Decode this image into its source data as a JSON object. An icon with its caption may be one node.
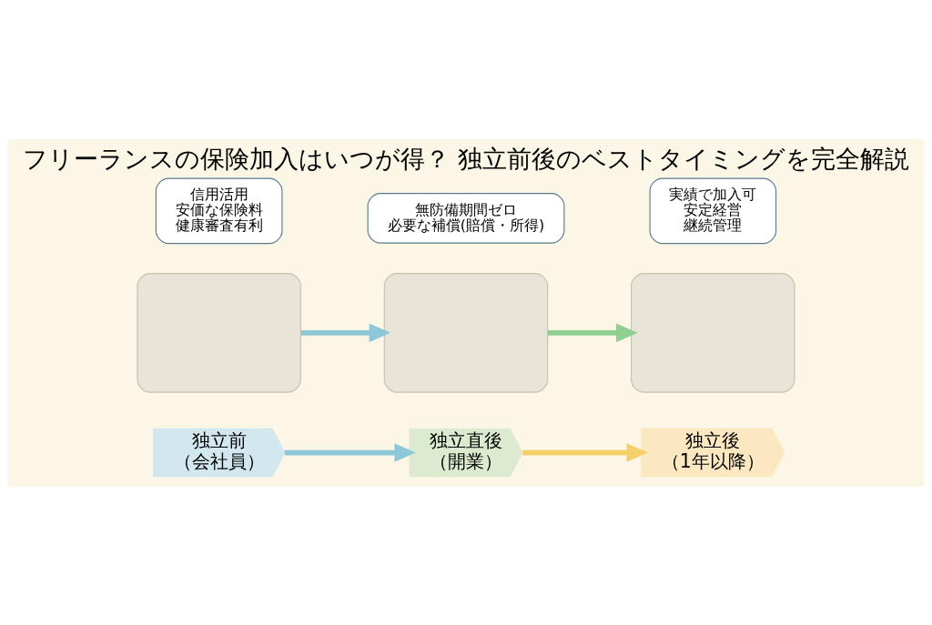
{
  "diagram": {
    "title": "フリーランスの保険加入はいつが得？ 独立前後のベストタイミングを完全解説",
    "nodes": [
      {
        "text": [
          "信用活用",
          "安価な保険料",
          "健康審査有利"
        ]
      },
      {
        "text": [
          "無防備期間ゼロ",
          "必要な補償(賠償・所得)"
        ]
      },
      {
        "text": [
          "実績で加入可",
          "安定経営",
          "継続管理"
        ]
      },
      {
        "text": [],
        "shape": "box"
      },
      {
        "text": [],
        "shape": "box"
      },
      {
        "text": [],
        "shape": "box"
      },
      {
        "text": [
          "独立前",
          "（会社員）"
        ]
      },
      {
        "text": [
          "独立直後",
          "（開業）"
        ]
      },
      {
        "text": [
          "独立後",
          "（1年以降）"
        ]
      }
    ],
    "edges": [
      {
        "from": 3,
        "to": 4,
        "arrow": "to",
        "color": "#8ec8d8"
      },
      {
        "from": 4,
        "to": 5,
        "arrow": "to",
        "color": "#8fcf8f"
      },
      {
        "from": 6,
        "to": 7,
        "arrow": "to",
        "color": "#8ec8d8"
      },
      {
        "from": 7,
        "to": 8,
        "arrow": "to",
        "color": "#f5cf6a"
      }
    ]
  }
}
